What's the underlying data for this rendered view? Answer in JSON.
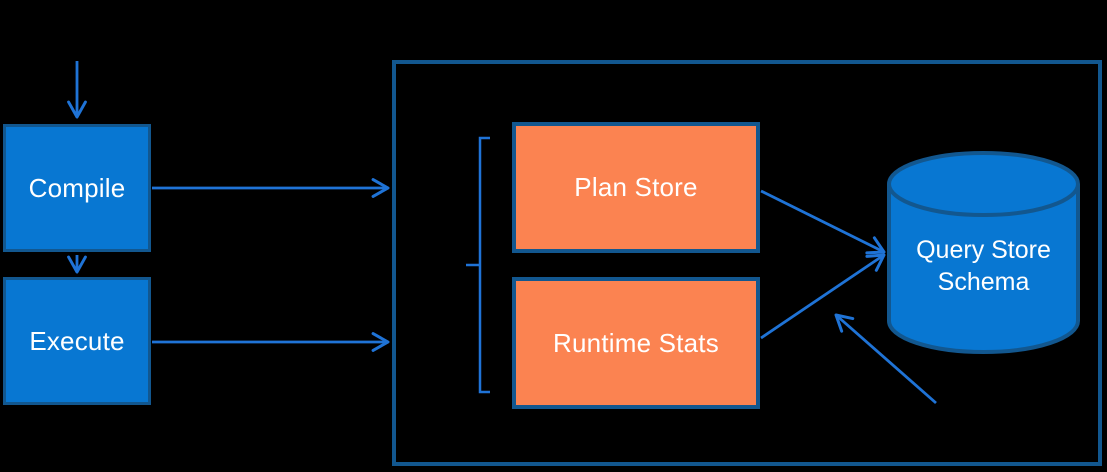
{
  "diagram": {
    "kind": "architecture-flow-diagram",
    "colors": {
      "background": "#000000",
      "node_fill_blue": "#0877d2",
      "node_fill_orange": "#fb8351",
      "node_border_dark_blue": "#12578f",
      "connector_blue": "#1f73d6",
      "label_text": "#ffffff"
    },
    "nodes": {
      "compile": {
        "label": "Compile"
      },
      "execute": {
        "label": "Execute"
      },
      "plan_store": {
        "label": "Plan Store"
      },
      "runtime_stats": {
        "label": "Runtime Stats"
      },
      "query_store_schema": {
        "label": "Query Store Schema"
      }
    },
    "connectors": [
      "arrow into Compile from top",
      "arrow Compile to Execute",
      "arrow Compile to container",
      "arrow Execute to container",
      "arrow Plan Store to Query Store Schema",
      "arrow Runtime Stats to Query Store Schema",
      "arrow from lower right pointing at schema connectors",
      "left bracket grouping Plan Store and Runtime Stats"
    ]
  }
}
